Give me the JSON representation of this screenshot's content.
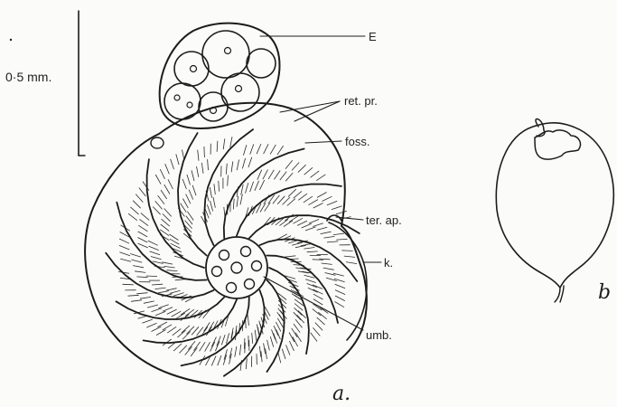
{
  "figure": {
    "scale_bar": {
      "label": "0·5 mm."
    },
    "labels": {
      "E": "E",
      "ret_pr": "ret. pr.",
      "foss": "foss.",
      "ter_ap": "ter. ap.",
      "k": "k.",
      "umb": "umb."
    },
    "panels": {
      "a": "a.",
      "b": "b"
    },
    "colors": {
      "ink": "#1c1c1c",
      "paper": "#fbfbf9"
    }
  }
}
